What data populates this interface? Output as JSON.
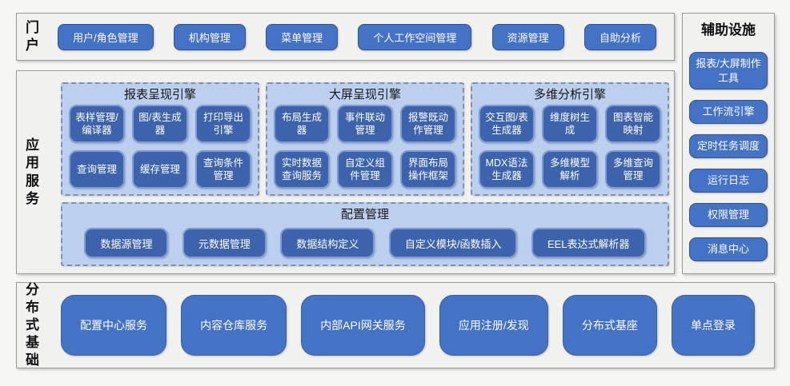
{
  "colors": {
    "node_fill": "#4472C4",
    "node_border": "#2F528F",
    "inner_node_fill": "#3D63AC",
    "inner_node_border": "#7E9CD3",
    "group_bg": "#BDCFEE",
    "group_border": "#8091AD",
    "panel_bg": "#F1F1F0",
    "text_on_node": "#FFFFFF"
  },
  "portal": {
    "label": "门户",
    "buttons": [
      "用户/角色管理",
      "机构管理",
      "菜单管理",
      "个人工作空间管理",
      "资源管理",
      "自助分析"
    ]
  },
  "app": {
    "label": "应用服务",
    "engines": [
      {
        "title": "报表呈现引擎",
        "buttons": [
          "表样管理/编译器",
          "图/表生成器",
          "打印导出引擎",
          "查询管理",
          "缓存管理",
          "查询条件管理"
        ]
      },
      {
        "title": "大屏呈现引擎",
        "buttons": [
          "布局生成器",
          "事件联动管理",
          "报警既动作管理",
          "实时数据查询服务",
          "自定义组件管理",
          "界面布局操作框架"
        ]
      },
      {
        "title": "多维分析引擎",
        "buttons": [
          "交互图/表生成器",
          "维度树生成",
          "图表智能映射",
          "MDX语法生成器",
          "多维模型解析",
          "多维查询管理"
        ]
      }
    ],
    "config": {
      "title": "配置管理",
      "buttons": [
        "数据源管理",
        "元数据管理",
        "数据结构定义",
        "自定义模块/函数插入",
        "EEL表达式解析器"
      ]
    }
  },
  "aux": {
    "title": "辅助设施",
    "buttons": [
      "报表/大屏制作工具",
      "工作流引擎",
      "定时任务调度",
      "运行日志",
      "权限管理",
      "消息中心"
    ]
  },
  "dist": {
    "label": "分布式基础",
    "buttons": [
      "配置中心服务",
      "内容仓库服务",
      "内部API网关服务",
      "应用注册/发现",
      "分布式基座",
      "单点登录"
    ]
  }
}
